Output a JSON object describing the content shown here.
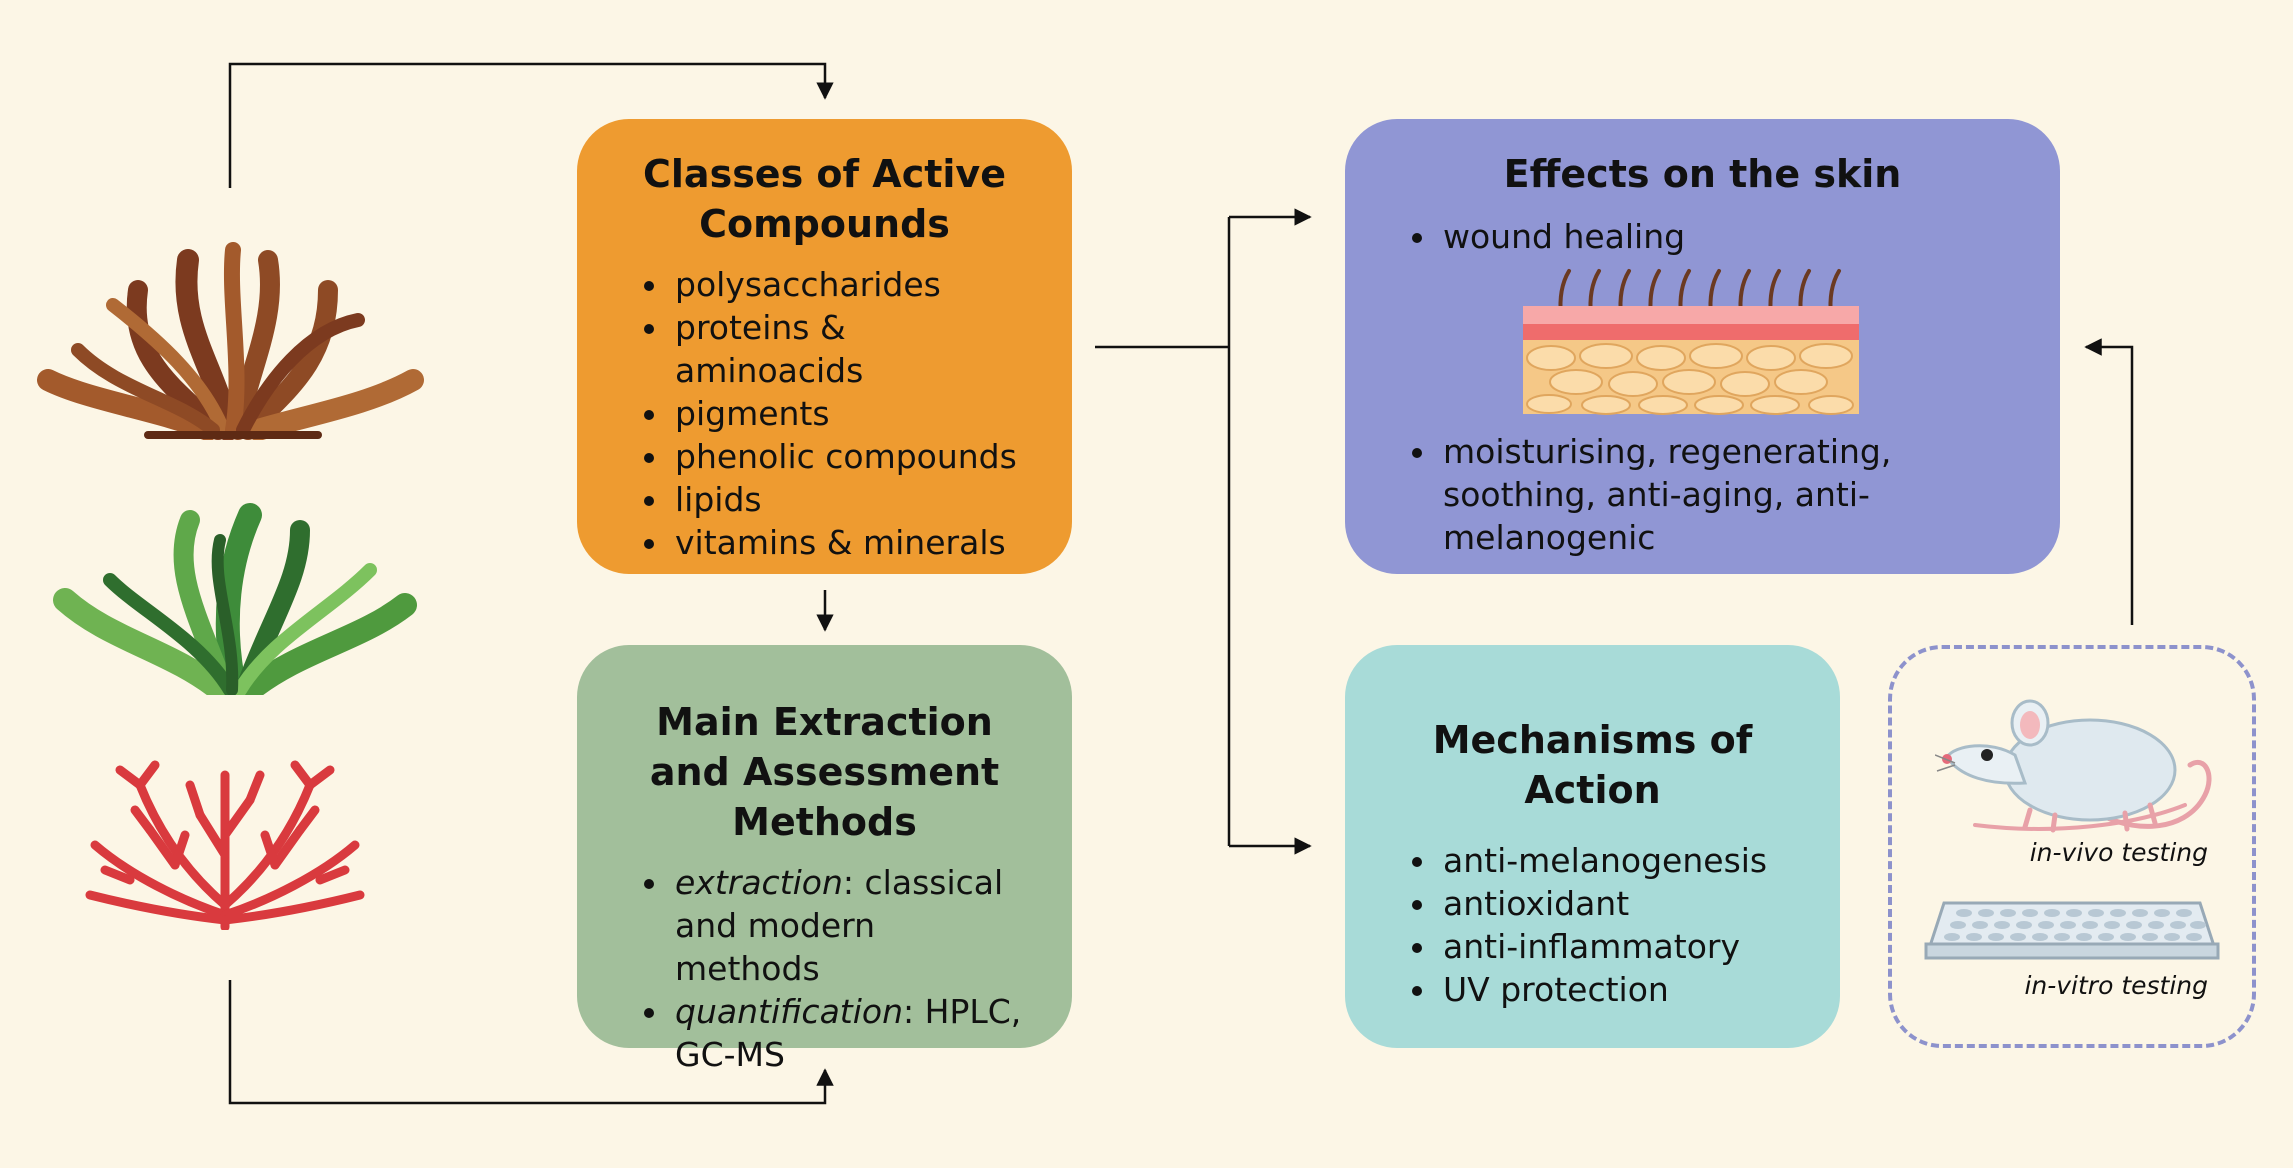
{
  "classes": {
    "title": "Classes of Active Compounds",
    "items": [
      "polysaccharides",
      "proteins & aminoacids",
      "pigments",
      "phenolic compounds",
      "lipids",
      "vitamins & minerals"
    ]
  },
  "methods": {
    "title": "Main Extraction and Assessment Methods",
    "items": [
      {
        "term": "extraction",
        "rest": ": classical and modern methods"
      },
      {
        "term": "quantification",
        "rest": ": HPLC, GC-MS"
      }
    ]
  },
  "effects": {
    "title": "Effects on the skin",
    "item_top": "wound healing",
    "item_bottom": "moisturising, regenerating, soothing, anti-aging, anti-melanogenic"
  },
  "mechanisms": {
    "title": "Mechanisms of Action",
    "items": [
      "anti-melanogenesis",
      "antioxidant",
      "anti-inflammatory",
      "UV protection"
    ]
  },
  "testing": {
    "in_vivo": "in-vivo testing",
    "in_vitro": "in-vitro testing"
  },
  "icons": {
    "brown_algae": "brown-seaweed-icon",
    "green_algae": "green-seaweed-icon",
    "red_algae": "red-seaweed-icon",
    "skin": "skin-cross-section-icon",
    "mouse": "mouse-icon",
    "well_plate": "well-plate-icon"
  },
  "colors": {
    "background": "#fcf6e6",
    "classes_box": "#ee9b30",
    "methods_box": "#a2bf9b",
    "effects_box": "#9096d4",
    "mechanisms_box": "#a8dbd8",
    "testing_border": "#8d92cc"
  }
}
